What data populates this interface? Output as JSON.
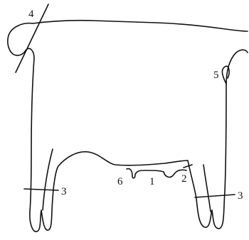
{
  "diagram": {
    "labels": {
      "l1": "1",
      "l2": "2",
      "l3_left": "3",
      "l3_right": "3",
      "l4": "4",
      "l5": "5",
      "l6": "6"
    }
  }
}
